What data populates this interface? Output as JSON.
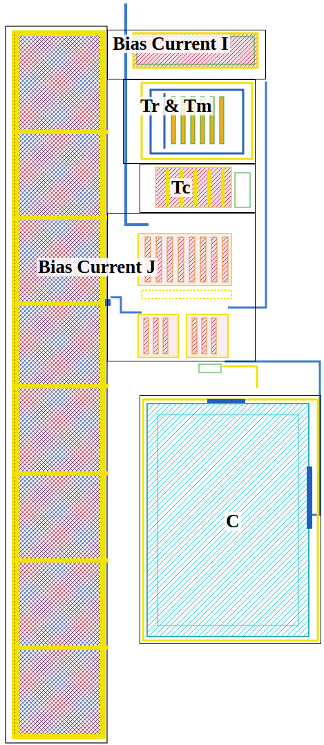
{
  "diagram": {
    "nodes": [
      {
        "text": [
          "Bias Current I"
        ]
      },
      {
        "text": [
          "Tr & Tm"
        ]
      },
      {
        "text": [
          "Tc"
        ]
      },
      {
        "text": [
          "Bias Current J"
        ]
      },
      {
        "text": [
          "C"
        ]
      }
    ]
  }
}
